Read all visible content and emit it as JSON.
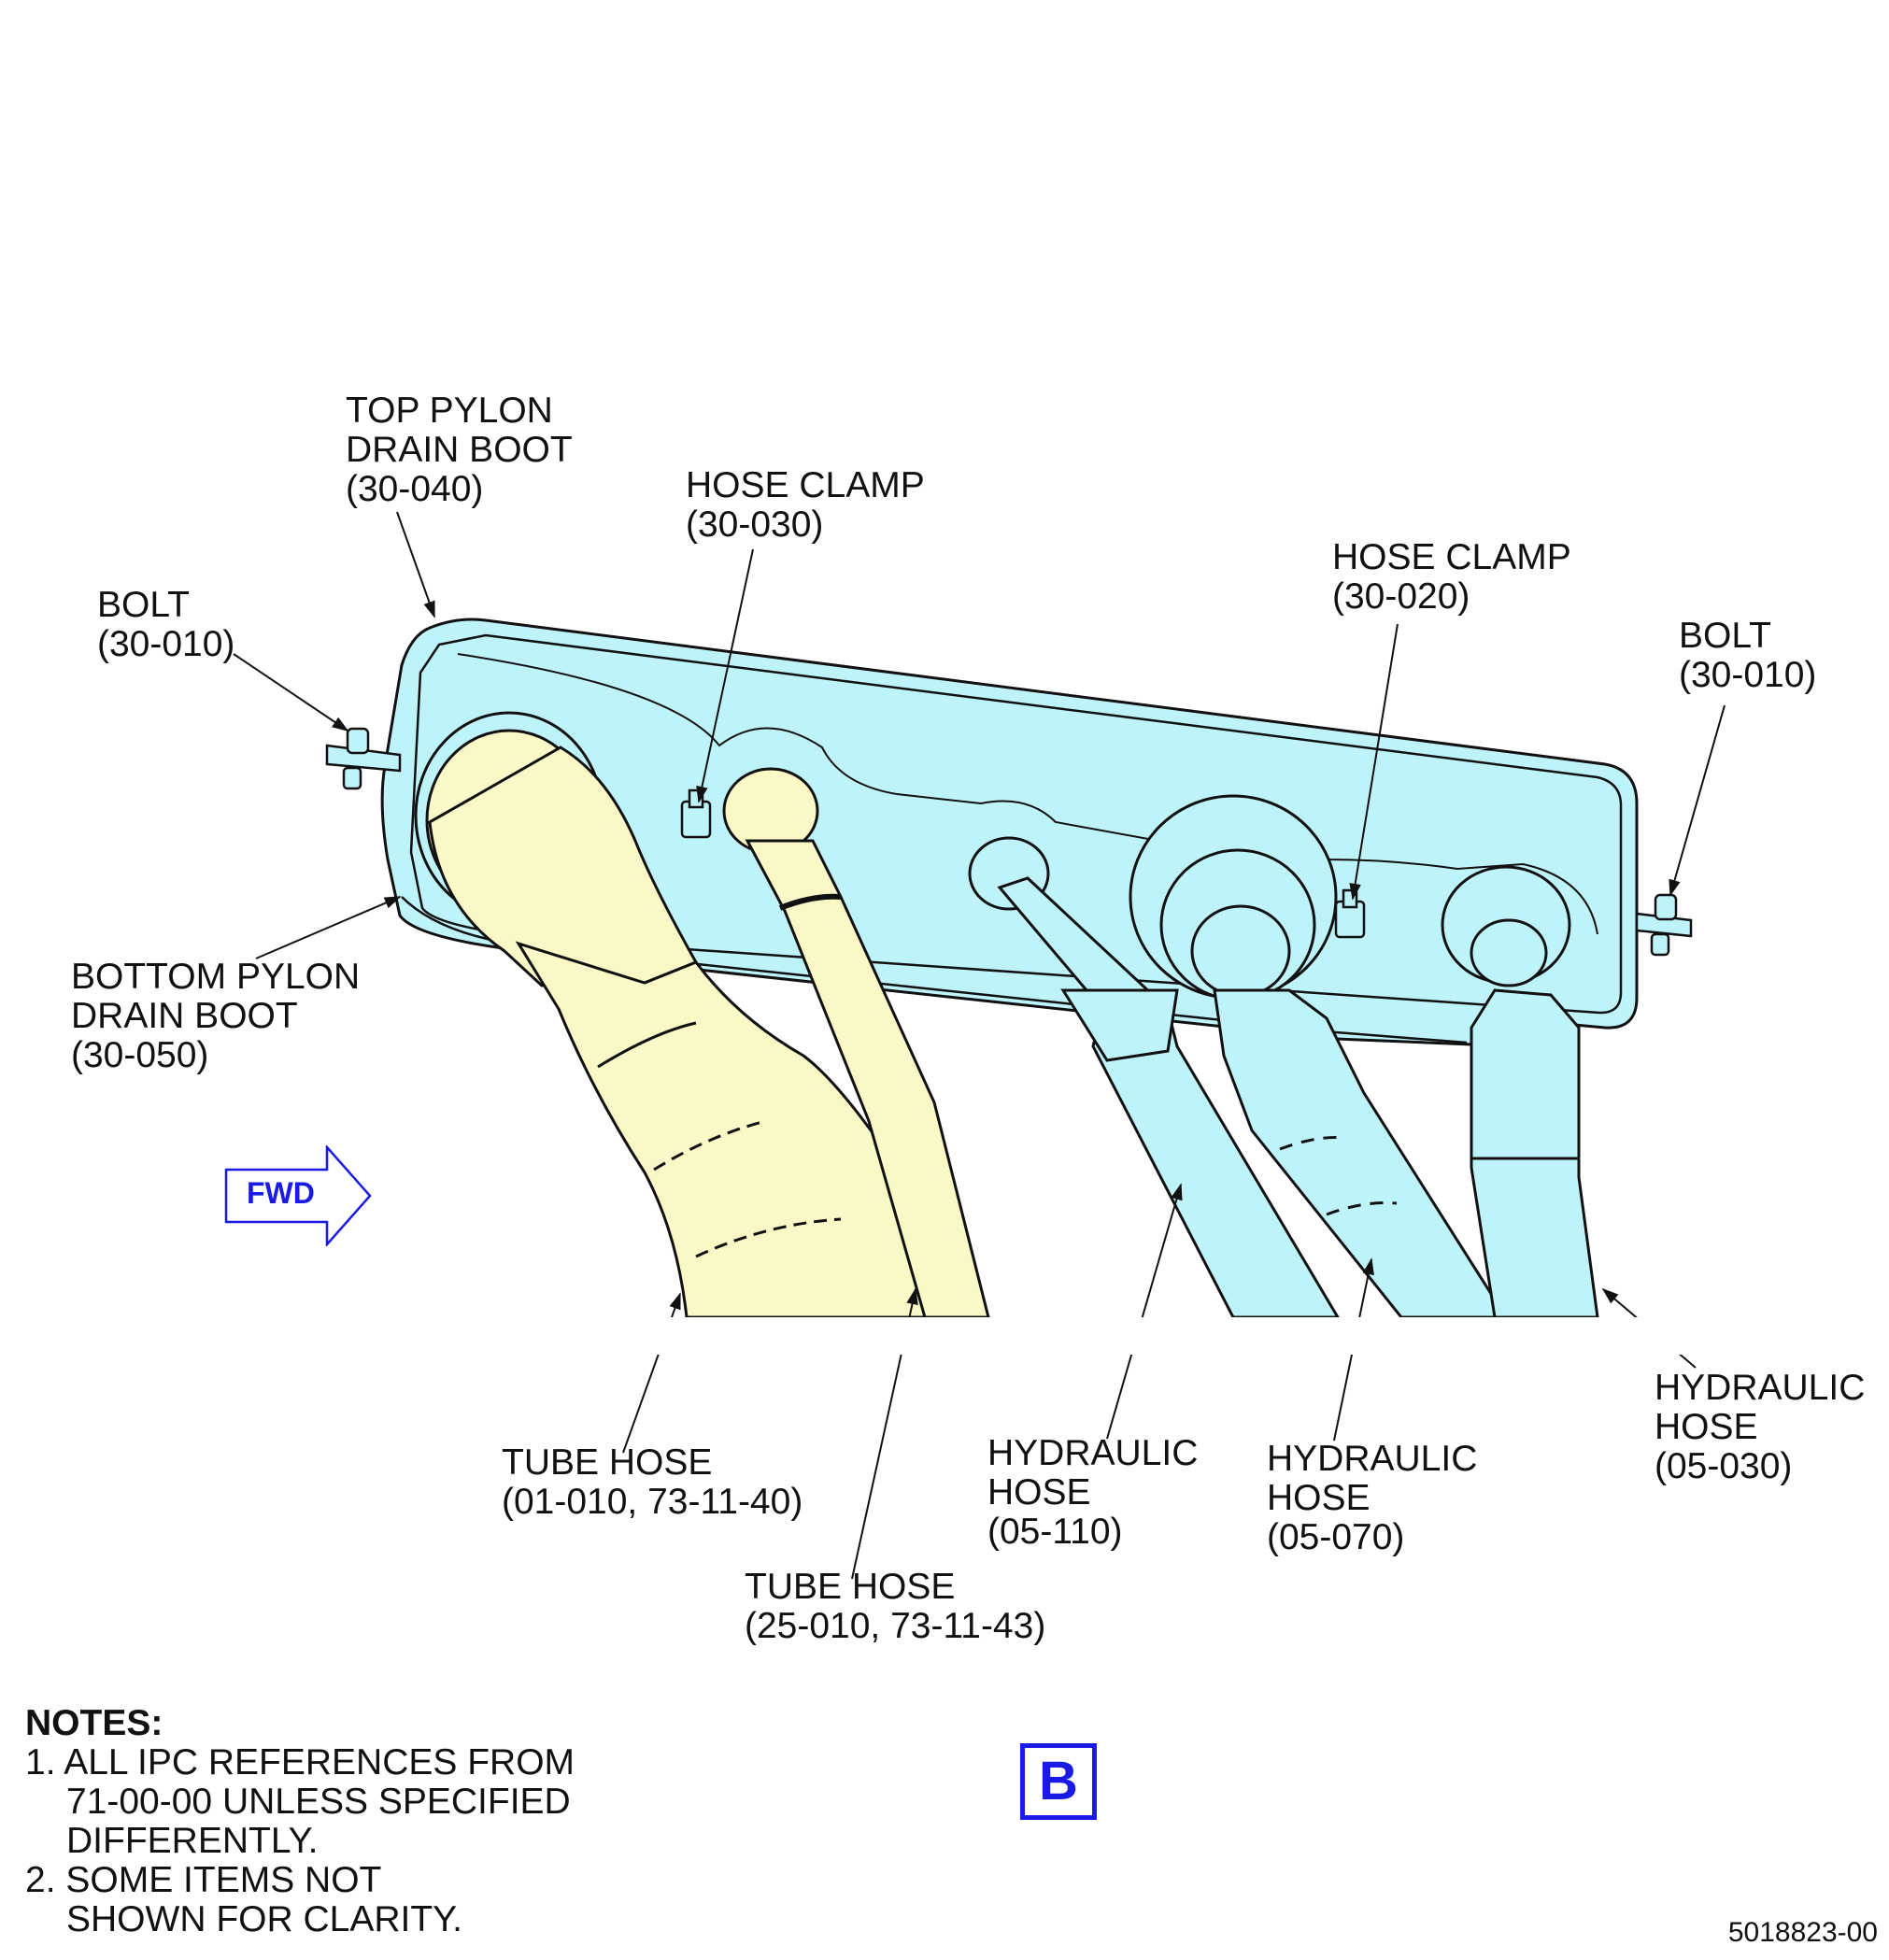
{
  "labels": {
    "top_pylon_drain_boot": "TOP PYLON\nDRAIN BOOT\n(30-040)",
    "hose_clamp_1": "HOSE CLAMP\n(30-030)",
    "hose_clamp_2": "HOSE CLAMP\n(30-020)",
    "bolt_left": "BOLT\n(30-010)",
    "bolt_right": "BOLT\n(30-010)",
    "bottom_pylon_drain_boot": "BOTTOM PYLON\nDRAIN BOOT\n(30-050)",
    "tube_hose_1": "TUBE HOSE\n(01-010, 73-11-40)",
    "tube_hose_2": "TUBE HOSE\n(25-010, 73-11-43)",
    "hydraulic_hose_1": "HYDRAULIC\nHOSE\n(05-110)",
    "hydraulic_hose_2": "HYDRAULIC\nHOSE\n(05-070)",
    "hydraulic_hose_3": "HYDRAULIC\nHOSE\n(05-030)"
  },
  "fwd_arrow": {
    "text": "FWD",
    "color": "#1a1ae6"
  },
  "view_label": {
    "text": "B",
    "color": "#1a1ae6"
  },
  "notes": {
    "heading": "NOTES:",
    "items": [
      "1. ALL IPC REFERENCES FROM\n71-00-00 UNLESS SPECIFIED\nDIFFERENTLY.",
      "2. SOME ITEMS NOT\nSHOWN FOR CLARITY."
    ]
  },
  "figure_number": "5018823-00",
  "colors": {
    "boot": "#bff3fa",
    "tube_hose": "#fbf8c8",
    "line": "#111111",
    "accent": "#1a1ae6"
  }
}
